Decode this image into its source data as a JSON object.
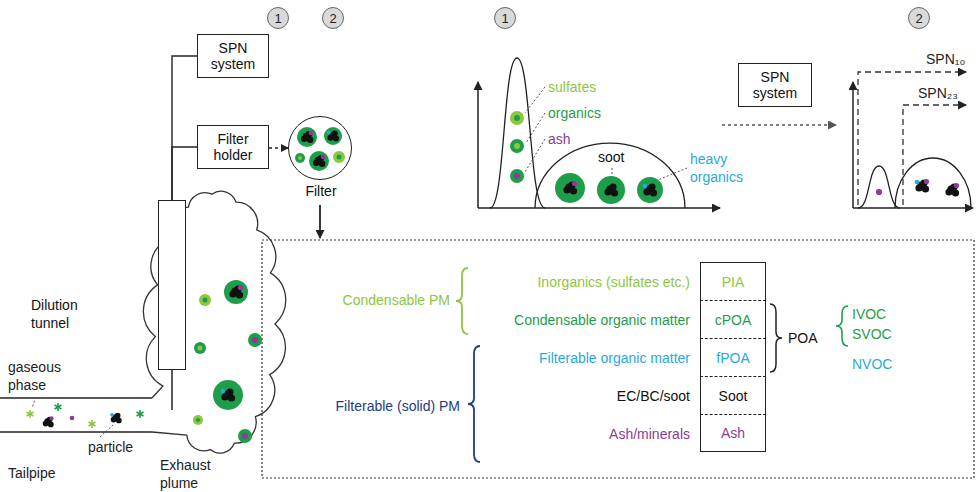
{
  "diagram": {
    "nodes": [
      {
        "text": [
          "1"
        ]
      },
      {
        "text": [
          "2"
        ]
      },
      {
        "text": [
          "SPN system"
        ]
      },
      {
        "text": [
          "Filter holder"
        ]
      },
      {
        "text": [
          "Dilution tunnel"
        ]
      },
      {
        "text": [
          "Filter"
        ]
      },
      {
        "text": [
          "1"
        ]
      },
      {
        "text": [
          "SPN system"
        ]
      },
      {
        "text": [
          "2"
        ]
      },
      {
        "text": [
          "PIA"
        ]
      },
      {
        "text": [
          "cPOA"
        ]
      },
      {
        "text": [
          "fPOA"
        ]
      },
      {
        "text": [
          "Soot"
        ]
      },
      {
        "text": [
          "Ash"
        ]
      }
    ],
    "edges": [
      {
        "from": 4,
        "to": 2,
        "arrow": "none"
      },
      {
        "from": 4,
        "to": 3,
        "arrow": "none"
      },
      {
        "from": 3,
        "to": 5,
        "arrow": "to"
      }
    ],
    "labels": [
      "gaseous phase",
      "particle",
      "Tailpipe",
      "Exhaust plume",
      "sulfates",
      "organics",
      "ash",
      "soot",
      "heavy organics",
      "SPN₁₀",
      "SPN₂₃",
      "Condensable PM",
      "Inorganics (sulfates etc.)",
      "Condensable organic matter",
      "Filterable organic matter",
      "EC/BC/soot",
      "Ash/minerals",
      "Filterable (solid) PM",
      "POA",
      "IVOC",
      "SVOC",
      "NVOC"
    ]
  }
}
